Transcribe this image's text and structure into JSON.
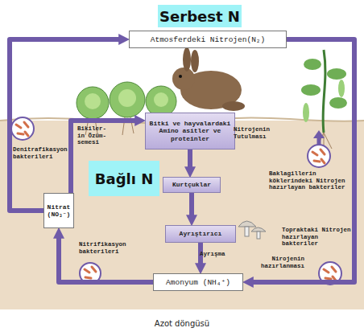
{
  "diagram": {
    "caption": "Azot döngüsü",
    "nodes": [
      {
        "text": [
          "Serbest N"
        ]
      },
      {
        "text": [
          "Atmosferdeki Nitrojen(N₂)"
        ]
      },
      {
        "text": [
          "Bitki ve hayvalardaki Amino asitler ve proteinler"
        ]
      },
      {
        "text": [
          "Bağlı N"
        ]
      },
      {
        "text": [
          "Kurtçuklar"
        ]
      },
      {
        "text": [
          "Nitrat (NO₃⁻)"
        ]
      },
      {
        "text": [
          "Ayrıştırıcı"
        ]
      },
      {
        "text": [
          "Amonyum (NH₄⁺)"
        ]
      }
    ],
    "edges": [
      {
        "from": 1,
        "to": 7,
        "arrow": "to",
        "label": "Nirojenin hazırlanması"
      },
      {
        "from": 5,
        "to": 1,
        "arrow": "to",
        "label": "Denitrafikasyon bakterileri"
      },
      {
        "from": 5,
        "to": 2,
        "arrow": "to",
        "label": "Bikiler- in Özüm- semesi"
      },
      {
        "from": 2,
        "to": 4,
        "arrow": "to"
      },
      {
        "from": 4,
        "to": 6,
        "arrow": "to"
      },
      {
        "from": 6,
        "to": 7,
        "arrow": "to",
        "label": "Ayrışma"
      },
      {
        "from": 7,
        "to": 5,
        "arrow": "to",
        "label": "Nitrifikasyon bakterileri"
      }
    ],
    "labels": [
      "Nitrojenin Tutulması",
      "Baklagillerin köklerindeki Nitrojen hazırlayan bakteriler",
      "Topraktaki Nitrojen hazırlayan bakteriler"
    ]
  }
}
